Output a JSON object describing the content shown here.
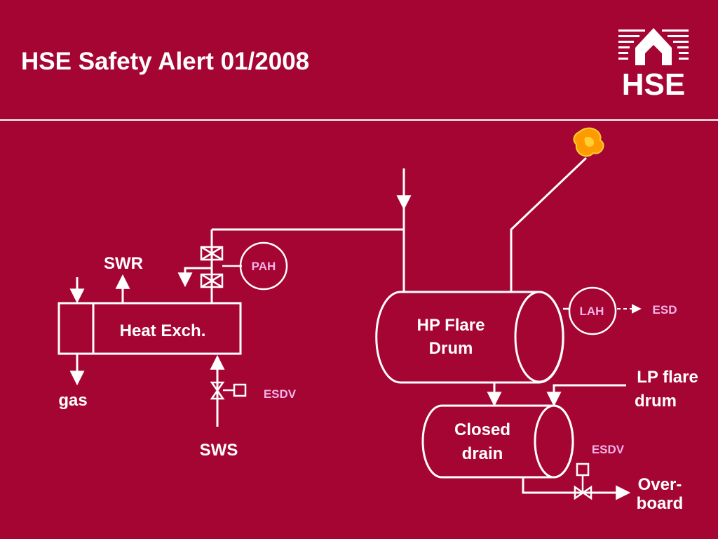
{
  "header": {
    "title": "HSE Safety Alert 01/2008"
  },
  "logo": {
    "text": "HSE"
  },
  "diagram": {
    "heat_exchanger": "Heat Exch.",
    "swr": "SWR",
    "gas": "gas",
    "sws": "SWS",
    "pah": "PAH",
    "esdv_heat_exch": "ESDV",
    "hp_flare_drum_line1": "HP Flare",
    "hp_flare_drum_line2": "Drum",
    "lah": "LAH",
    "esd": "ESD",
    "lp_flare_line1": "LP flare",
    "lp_flare_line2": "drum",
    "closed_drain_line1": "Closed",
    "closed_drain_line2": "drain",
    "esdv_drain": "ESDV",
    "overboard_line1": "Over-",
    "overboard_line2": "board"
  },
  "colors": {
    "background": "#a50533",
    "line": "#ffffff",
    "instrument_text": "#f3b3e9",
    "flame": "#ff9b00"
  }
}
